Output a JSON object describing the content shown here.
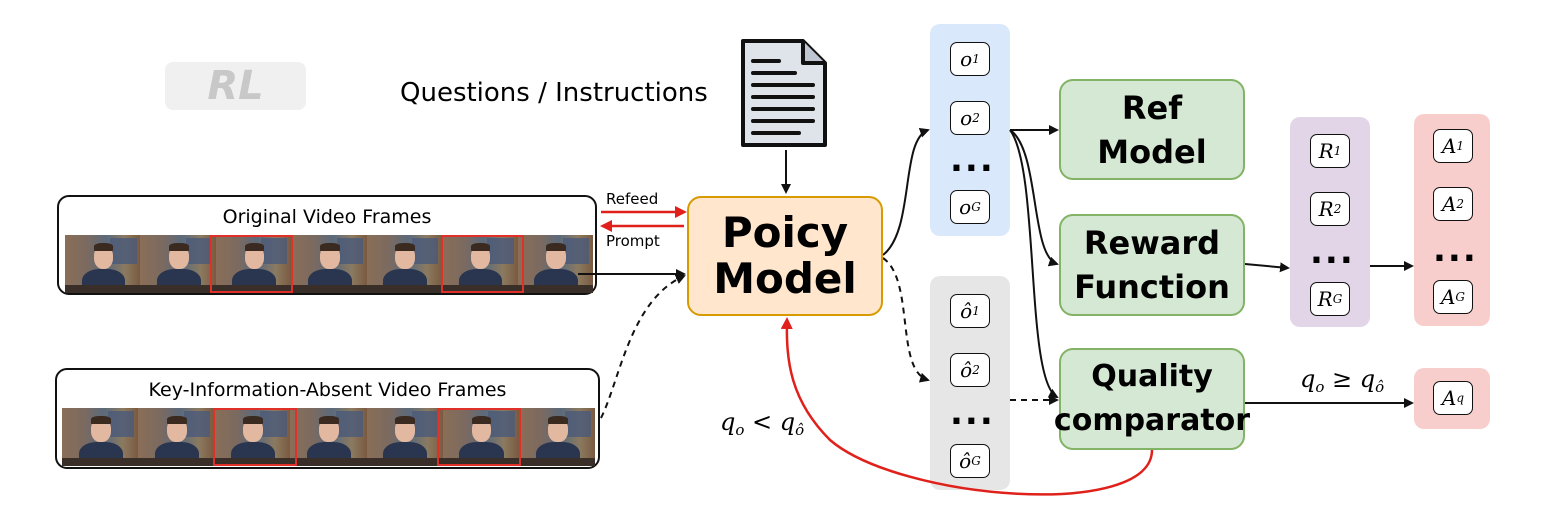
{
  "badge": {
    "text": "RL"
  },
  "questions_label": "Questions / Instructions",
  "original_frames": {
    "title": "Original Video Frames"
  },
  "absent_frames": {
    "title": "Key-Information-Absent Video Frames"
  },
  "refeed_label": "Refeed",
  "prompt_label": "Prompt",
  "policy_model": {
    "line1": "Poicy",
    "line2": "Model"
  },
  "ref_model": {
    "line1": "Ref",
    "line2": "Model"
  },
  "reward_function": {
    "line1": "Reward",
    "line2": "Function"
  },
  "quality_comparator": {
    "line1": "Quality",
    "line2": "comparator"
  },
  "outputs": {
    "o1": "o",
    "o1_sub": "1",
    "o2": "o",
    "o2_sub": "2",
    "oG": "o",
    "oG_sub": "G",
    "dots": "..."
  },
  "outputs_hat": {
    "o1": "ô",
    "o1_sub": "1",
    "o2": "ô",
    "o2_sub": "2",
    "oG": "ô",
    "oG_sub": "G",
    "dots": "..."
  },
  "rewards": {
    "r1": "R",
    "r1_sub": "1",
    "r2": "R",
    "r2_sub": "2",
    "rG": "R",
    "rG_sub": "G",
    "dots": "..."
  },
  "advantages": {
    "a1": "A",
    "a1_sub": "1",
    "a2": "A",
    "a2_sub": "2",
    "aG": "A",
    "aG_sub": "G",
    "dots": "...",
    "aq": "A",
    "aq_sub": "q"
  },
  "cond_ge": {
    "lhs": "q",
    "lhs_sub": "o",
    "op": " ≥ ",
    "rhs": "q",
    "rhs_sub": "ô"
  },
  "cond_lt": {
    "lhs": "q",
    "lhs_sub": "o",
    "op": " < ",
    "rhs": "q",
    "rhs_sub": "ô"
  },
  "colors": {
    "red_arrow": "#e0201a",
    "policy_fill": "#ffe6cc",
    "green_fill": "#d5e8d4",
    "blue_col": "#dae8fc",
    "gray_col": "#e6e6e6",
    "purple_col": "#e1d5e7",
    "red_col": "#f8cecc"
  }
}
